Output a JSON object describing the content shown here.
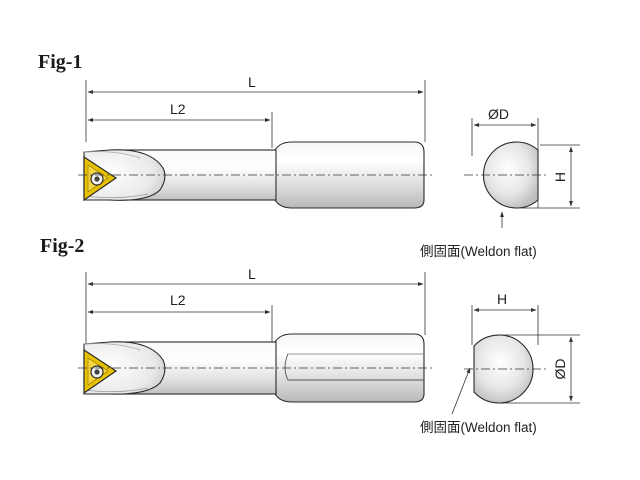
{
  "figures": [
    {
      "title": "Fig-1",
      "dims": {
        "overall_length": "L",
        "head_length": "L2",
        "diameter": "ØD",
        "flat_height": "H"
      },
      "note": "側固面(Weldon flat)"
    },
    {
      "title": "Fig-2",
      "dims": {
        "overall_length": "L",
        "head_length": "L2",
        "diameter": "ØD",
        "flat_height": "H"
      },
      "note": "側固面(Weldon flat)"
    }
  ],
  "colors": {
    "insert_gold": "#e8c200",
    "insert_gold_dark": "#c9a000",
    "shank_light": "#f2f2f2",
    "shank_dark": "#bdbdbd",
    "line": "#2a2a2a"
  },
  "icons": [
    "triangular-insert-icon",
    "boring-bar-shank",
    "shank-cross-section"
  ]
}
